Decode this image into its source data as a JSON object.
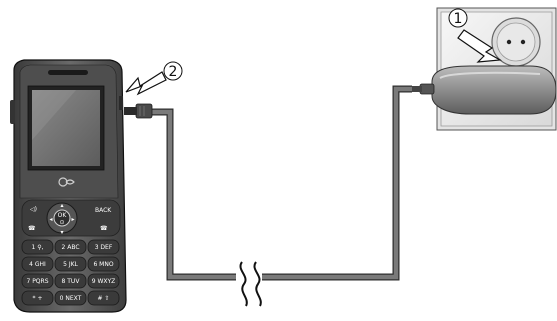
{
  "callouts": [
    {
      "number": "1"
    },
    {
      "number": "2"
    }
  ],
  "keypad": {
    "back_label": "BACK",
    "ok_label": "OK",
    "rows": [
      [
        "1 ⚲,",
        "2 ABC",
        "3 DEF"
      ],
      [
        "4 GHI",
        "5 JKL",
        "6 MNO"
      ],
      [
        "7 PQRS",
        "8 TUV",
        "9 WXYZ"
      ],
      [
        "* +",
        "0 NEXT",
        "# ⇧"
      ]
    ]
  },
  "colors": {
    "phone_body": "#5a5a5a",
    "screen": "#6f6f6f",
    "cable": "#6a6a6a",
    "charger": "#888888",
    "socket": "#ededed"
  }
}
